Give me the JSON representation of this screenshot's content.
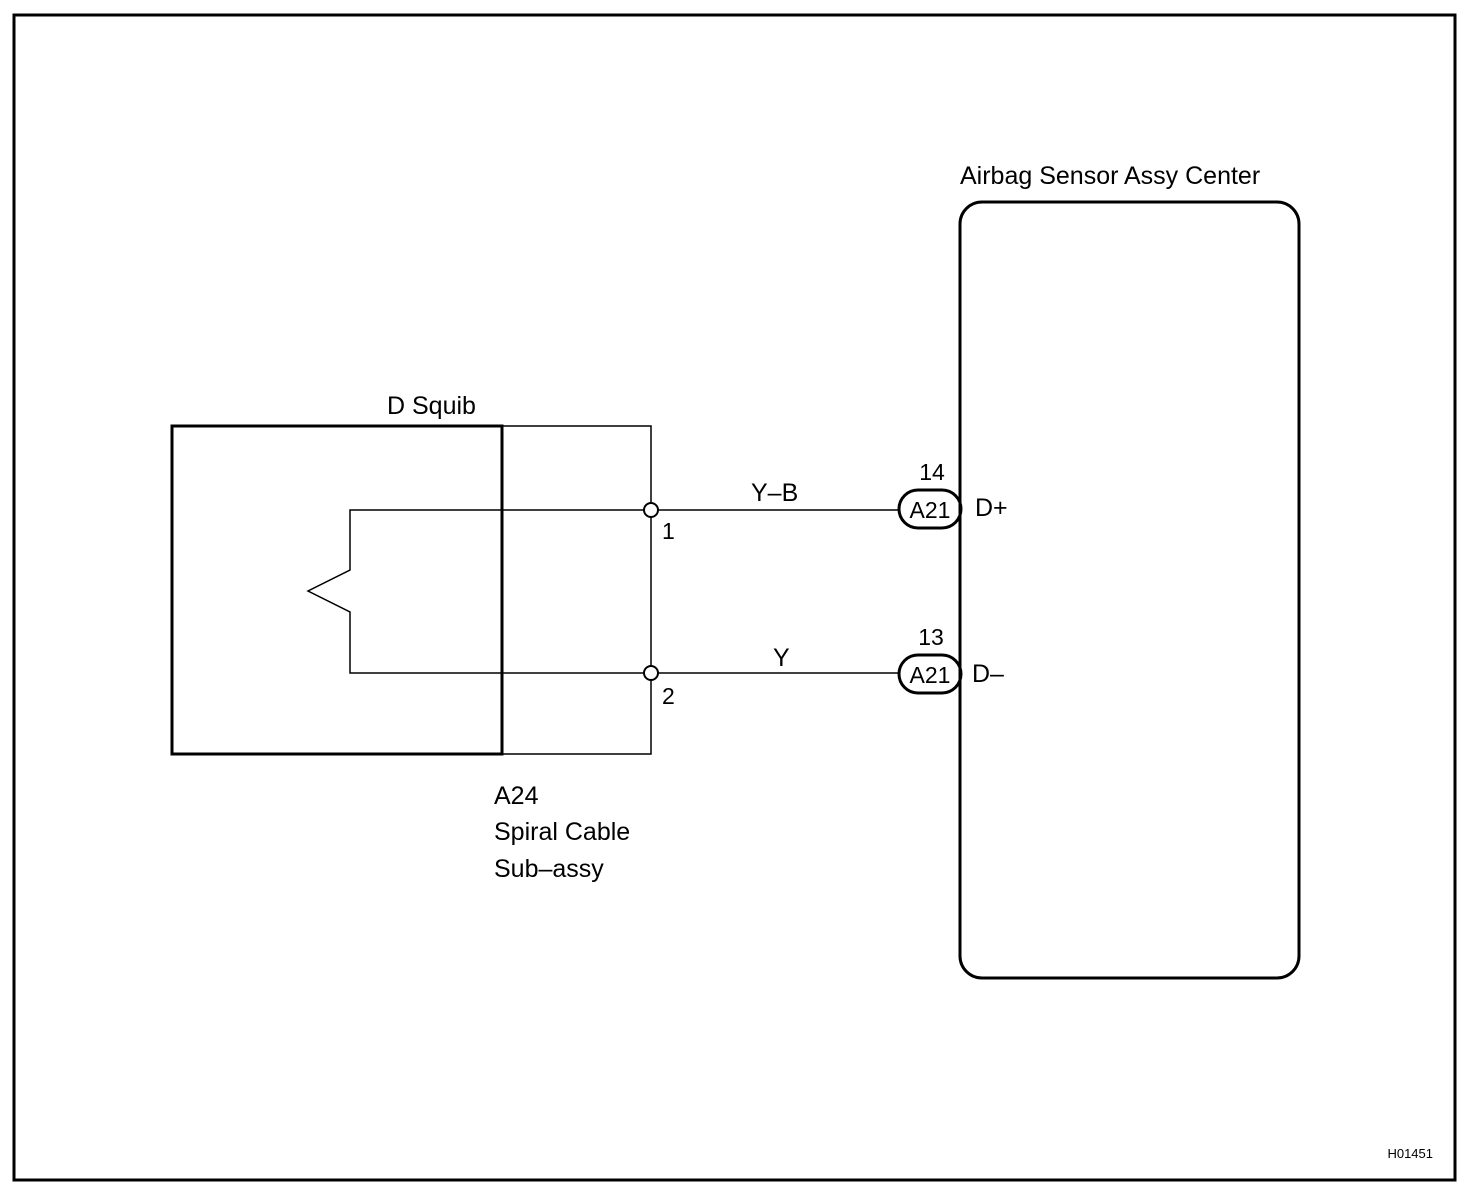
{
  "diagram": {
    "squib_label": "D Squib",
    "spiral_cable": {
      "code": "A24",
      "name_line1": "Spiral Cable",
      "name_line2": "Sub–assy"
    },
    "sensor_label": "Airbag Sensor Assy Center",
    "terminals": [
      {
        "pin": "1",
        "wire_color": "Y–B",
        "connector": "A21",
        "connector_pin": "14",
        "signal": "D+"
      },
      {
        "pin": "2",
        "wire_color": "Y",
        "connector": "A21",
        "connector_pin": "13",
        "signal": "D–"
      }
    ],
    "figure_code": "H01451"
  }
}
